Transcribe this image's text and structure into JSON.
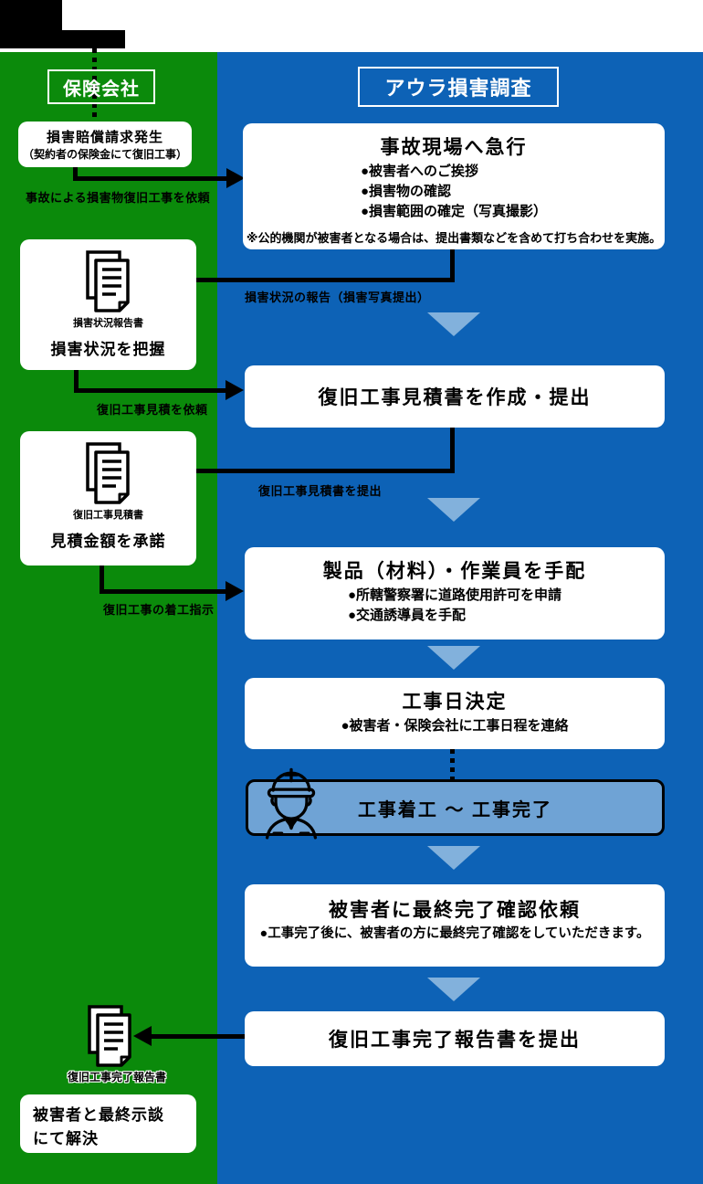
{
  "colors": {
    "green": "#0b8a0b",
    "blue": "#0d62b6",
    "light_blue_bar": "#6fa3d5",
    "triangle_blue": "#82b1dc",
    "black": "#000000",
    "white": "#ffffff"
  },
  "insurer": {
    "header": "保険会社",
    "claim_box": {
      "title": "損害賠償請求発生",
      "subtitle": "（契約者の保険金にて復旧工事）"
    },
    "grasp_box": {
      "doc_label": "損害状況報告書",
      "title": "損害状況を把握"
    },
    "approve_box": {
      "doc_label": "復旧工事見積書",
      "title": "見積金額を承諾"
    },
    "final_doc_label": "復旧工事完了報告書",
    "settle_box": {
      "line1": "被害者と最終示談",
      "line2": "にて解決"
    }
  },
  "aura": {
    "header": "アウラ損害調査",
    "rush_box": {
      "title": "事故現場へ急行",
      "bullets": [
        "●被害者へのご挨拶",
        "●損害物の確認",
        "●損害範囲の確定（写真撮影）"
      ],
      "note": "※公的機関が被害者となる場合は、提出書類などを含めて打ち合わせを実施。"
    },
    "estimate_box": {
      "title": "復旧工事見積書を作成・提出"
    },
    "arrange_box": {
      "title": "製品（材料）・作業員を手配",
      "bullets": [
        "●所轄警察署に道路使用許可を申請",
        "●交通誘導員を手配"
      ]
    },
    "schedule_box": {
      "title": "工事日決定",
      "bullets": [
        "●被害者・保険会社に工事日程を連絡"
      ]
    },
    "construction_box": {
      "title": "工事着工 ～ 工事完了"
    },
    "final_check_box": {
      "title": "被害者に最終完了確認依頼",
      "bullets": [
        "●工事完了後に、被害者の方に最終完了確認をしていただきます。"
      ]
    },
    "final_report_box": {
      "title": "復旧工事完了報告書を提出"
    }
  },
  "arrow_labels": {
    "request": "事故による損害物復旧工事を依頼",
    "report": "損害状況の報告（損害写真提出）",
    "estimate_request": "復旧工事見積を依頼",
    "estimate_submit": "復旧工事見積書を提出",
    "start_order": "復旧工事の着工指示"
  }
}
